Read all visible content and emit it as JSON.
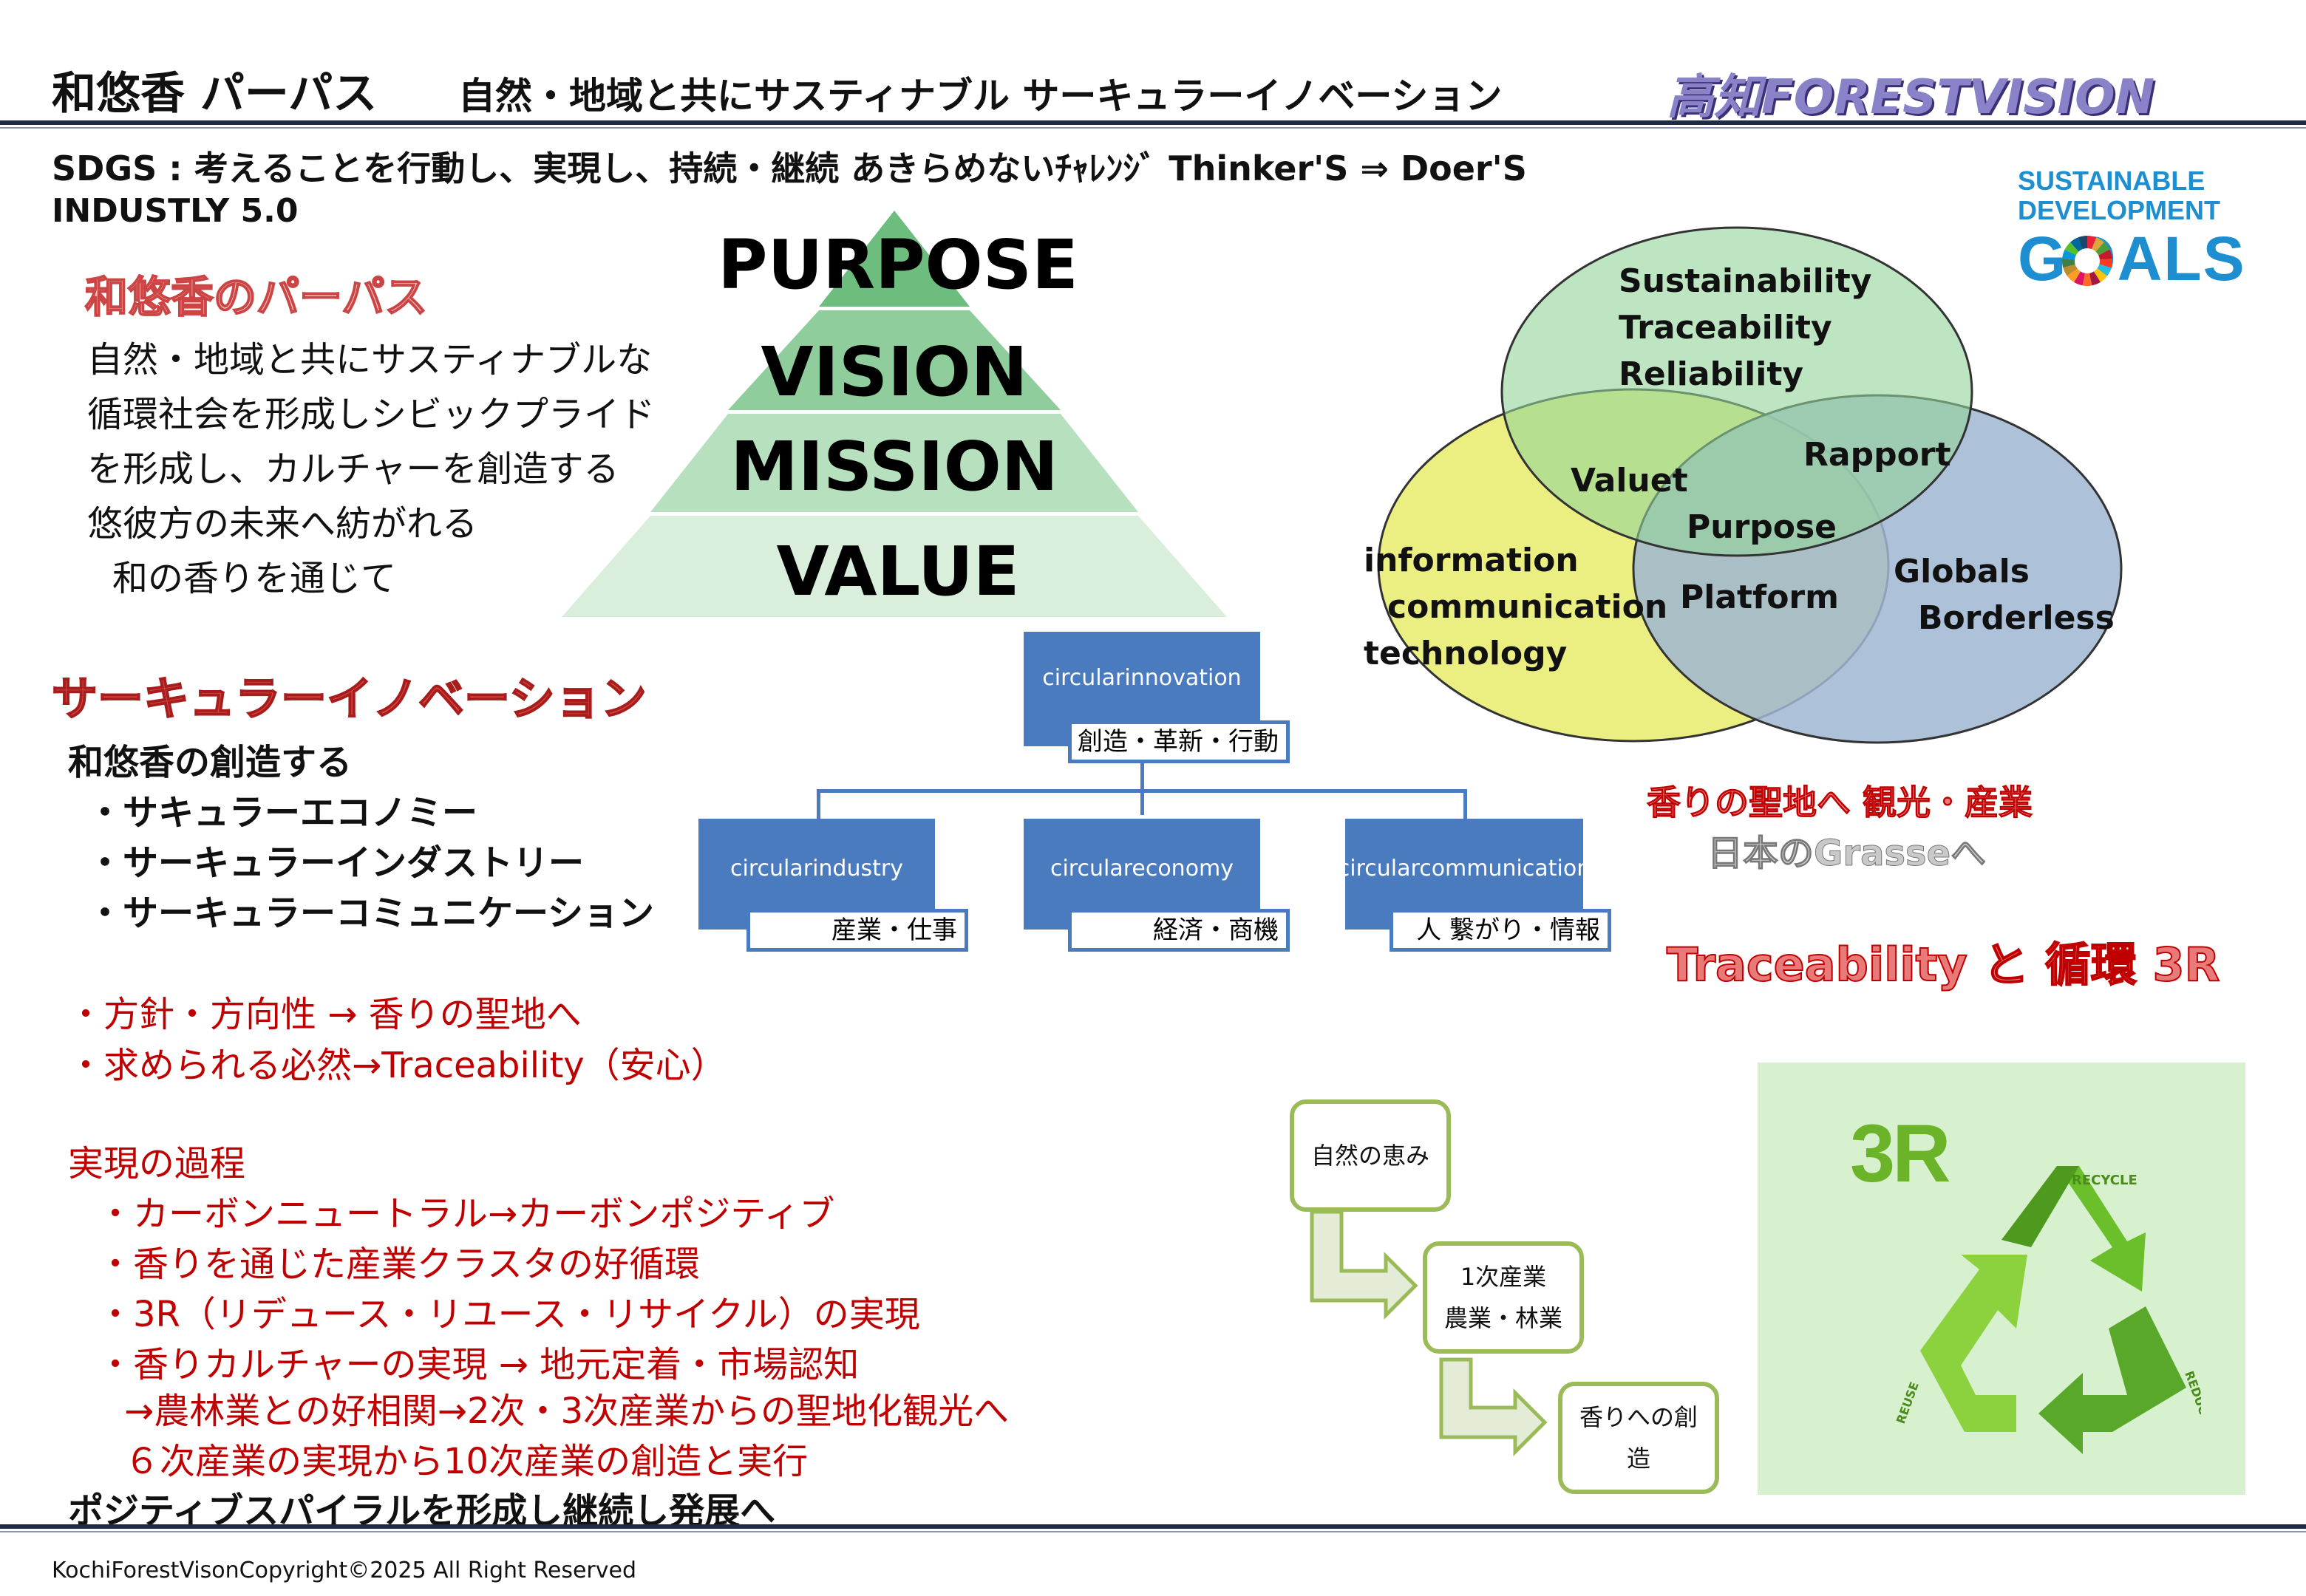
{
  "header": {
    "title": "和悠香 パーパス",
    "subtitle": "自然・地域と共にサスティナブル サーキュラーイノベーション",
    "brand": "高知FORESTVISION"
  },
  "sdgs_line": "SDGS : 考えることを行動し、実現し、持続・継続 あきらめないﾁｬﾚﾝｼﾞ Thinker'S ⇒ Doer'S",
  "industry_line": "INDUSTLY 5.0",
  "sdg_logo": {
    "line1": "SUSTAINABLE",
    "line2": "DEVELOPMENT",
    "goals": "GOALS"
  },
  "purpose_section": {
    "heading": "和悠香のパーパス",
    "lines": [
      "自然・地域と共にサスティナブルな",
      "循環社会を形成しシビックプライド",
      "を形成し、カルチャーを創造する",
      "悠彼方の未来へ紡がれる",
      "和の香りを通じて"
    ]
  },
  "pyramid": {
    "levels": [
      "PURPOSE",
      "VISION",
      "MISSION",
      "VALUE"
    ],
    "colors": [
      "#6cbd7e",
      "#8fce9c",
      "#b7e0bf",
      "#d9efdc"
    ]
  },
  "org_chart": {
    "root": {
      "title": "circularinnovation",
      "tag": "創造・革新・行動"
    },
    "children": [
      {
        "title": "circularindustry",
        "tag": "産業・仕事"
      },
      {
        "title": "circulareconomy",
        "tag": "経済・商機"
      },
      {
        "title": "circularcommunication",
        "tag": "人 繋がり・情報"
      }
    ]
  },
  "venn": {
    "top": [
      "Sustainability",
      "Traceability",
      "Reliability"
    ],
    "left": [
      "information",
      "communication",
      "technology"
    ],
    "right": [
      "Globals",
      "Borderless"
    ],
    "top_left": "Valuet",
    "top_right": "Rapport",
    "center": "Purpose",
    "bottom": "Platform",
    "colors": {
      "top": "#92d39a",
      "left": "#e8ec6c",
      "right": "#9fb6d1"
    }
  },
  "holy_land": "香りの聖地へ 観光・産業",
  "grasse": "日本のGrasseへ",
  "trace_3r": "Traceability と 循環 3R",
  "circular_section": {
    "heading": "サーキュラーイノベーション",
    "intro": "和悠香の創造する",
    "items": [
      "・サキュラーエコノミー",
      "・サーキュラーインダストリー",
      "・サーキュラーコミュニケーション"
    ]
  },
  "policy_lines": [
    "・方針・方向性 → 香りの聖地へ",
    "・求められる必然→Traceability（安心）"
  ],
  "process": {
    "heading": "実現の過程",
    "lines": [
      "・カーボンニュートラル→カーボンポジティブ",
      "・香りを通じた産業クラスタの好循環",
      "・3R（リデュース・リユース・リサイクル）の実現",
      "・香りカルチャーの実現 → 地元定着・市場認知",
      "→農林業との好相関→2次・3次産業からの聖地化観光へ",
      "６次産業の実現から10次産業の創造と実行"
    ],
    "closing": "ポジティブスパイラルを形成し継続し発展へ"
  },
  "flow": {
    "step1": "自然の恵み",
    "step2_line1": "1次産業",
    "step2_line2": "農業・林業",
    "step3_line1": "香りへの創",
    "step3_line2": "造"
  },
  "recycle_panel": {
    "label": "3R",
    "recycle": "RECYCLE",
    "reuse": "REUSE",
    "reduce": "REDUCE"
  },
  "footer": "KochiForestVisonCopyright©2025 All Right Reserved"
}
